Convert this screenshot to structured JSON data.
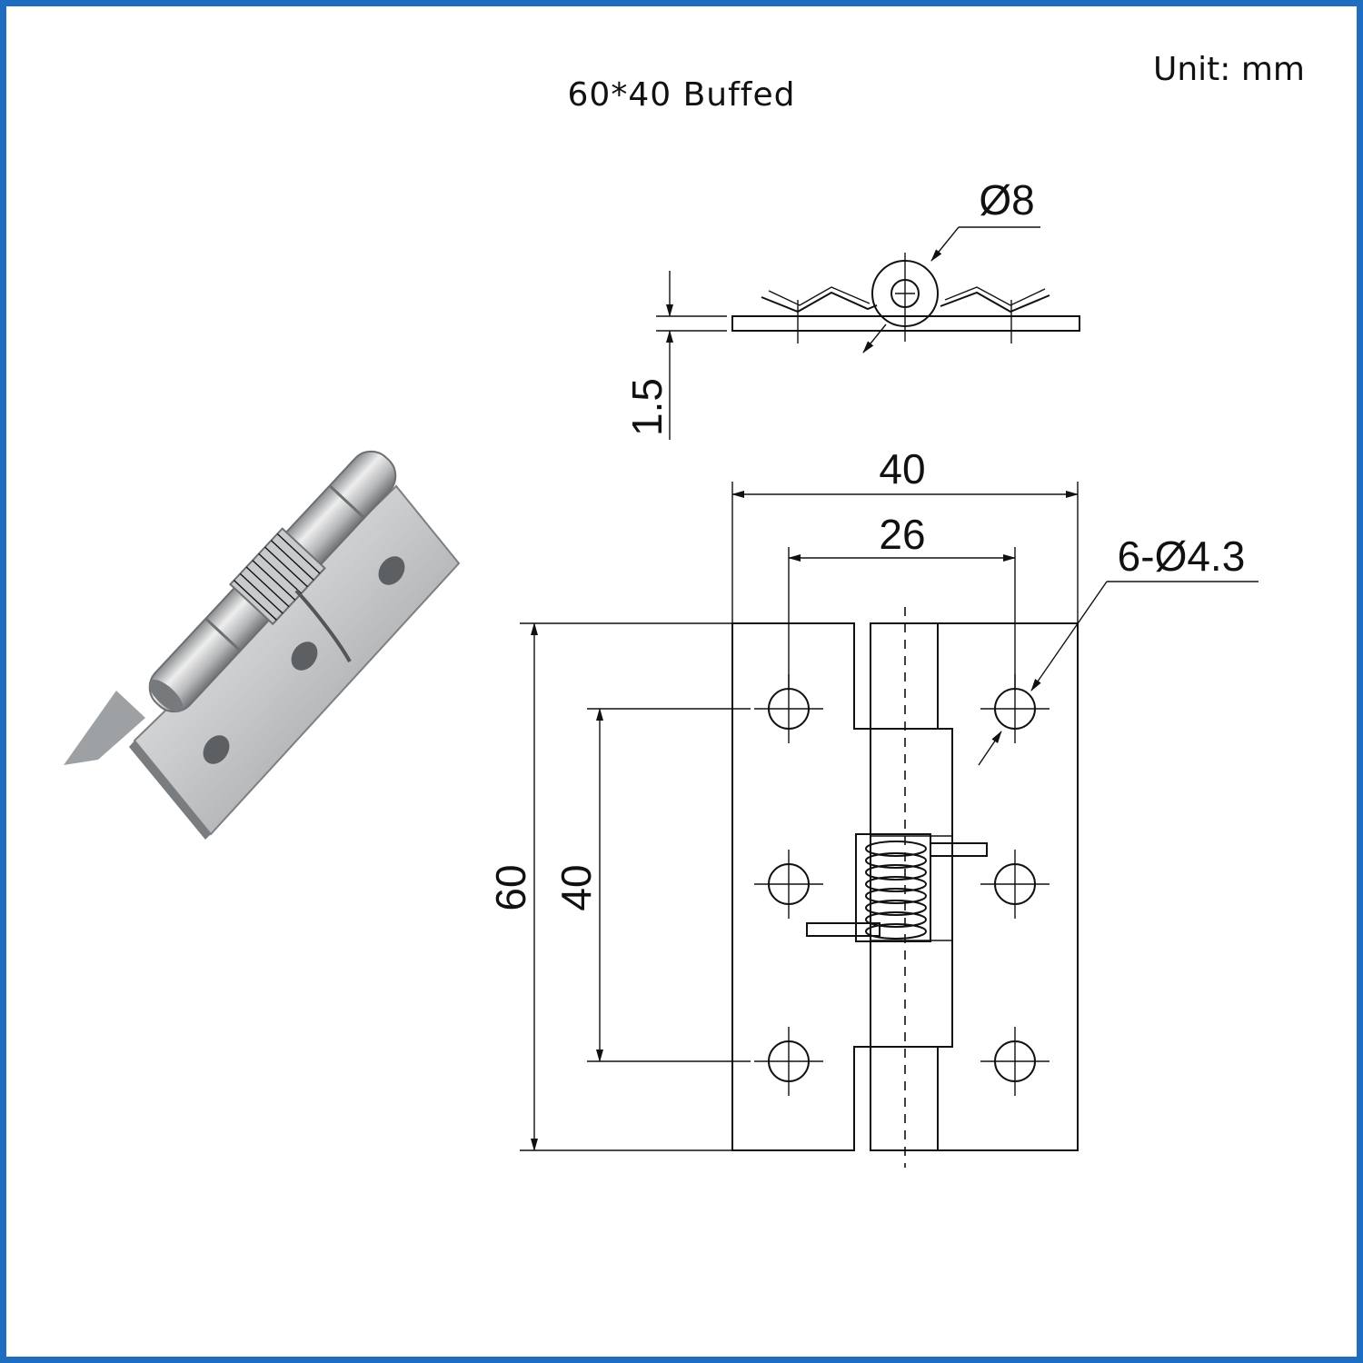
{
  "header": {
    "title": "60*40 Buffed",
    "unit": "Unit:  mm"
  },
  "dimensions": {
    "pin_diameter": "Ø8",
    "thickness": "1.5",
    "total_width": "40",
    "hole_spacing_horizontal": "26",
    "holes": "6-Ø4.3",
    "total_height": "60",
    "hole_spacing_vertical": "40"
  },
  "colors": {
    "frame": "#1f6cc0",
    "lines": "#111111"
  }
}
